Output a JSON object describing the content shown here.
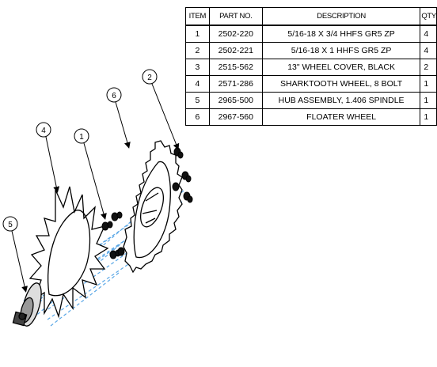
{
  "table": {
    "headers": [
      "ITEM",
      "PART NO.",
      "DESCRIPTION",
      "QTY"
    ],
    "rows": [
      {
        "item": "1",
        "part_no": "2502-220",
        "description": "5/16-18 X 3/4 HHFS GR5 ZP",
        "qty": "4"
      },
      {
        "item": "2",
        "part_no": "2502-221",
        "description": "5/16-18 X 1 HHFS GR5 ZP",
        "qty": "4"
      },
      {
        "item": "3",
        "part_no": "2515-562",
        "description": "13\" WHEEL COVER, BLACK",
        "qty": "2"
      },
      {
        "item": "4",
        "part_no": "2571-286",
        "description": "SHARKTOOTH WHEEL, 8 BOLT",
        "qty": "1"
      },
      {
        "item": "5",
        "part_no": "2965-500",
        "description": "HUB ASSEMBLY, 1.406 SPINDLE",
        "qty": "1"
      },
      {
        "item": "6",
        "part_no": "2967-560",
        "description": "FLOATER WHEEL",
        "qty": "1"
      }
    ]
  },
  "callouts": [
    "1",
    "2",
    "4",
    "5",
    "6"
  ],
  "colors": {
    "line": "#000000",
    "dashed_axis": "#5aa7e6"
  }
}
